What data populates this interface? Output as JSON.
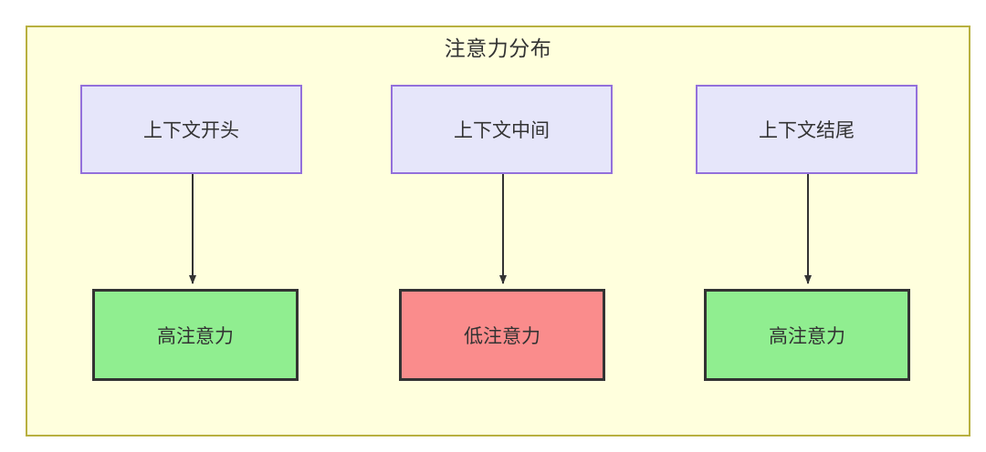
{
  "diagram": {
    "title": "注意力分布",
    "type": "flowchart",
    "background_color": "#ffffff",
    "frame": {
      "fill_color": "#ffffdd",
      "border_color": "#b8b040"
    },
    "palette": {
      "source_fill": "#e6e6fa",
      "source_border": "#9370db",
      "high_attention_fill": "#90ee90",
      "low_attention_fill": "#fa8c8c",
      "result_border": "#333333",
      "edge_color": "#333333",
      "text_color": "#333333"
    },
    "nodes": {
      "sources": [
        {
          "id": "context-start",
          "label": "上下文开头"
        },
        {
          "id": "context-middle",
          "label": "上下文中间"
        },
        {
          "id": "context-end",
          "label": "上下文结尾"
        }
      ],
      "results": [
        {
          "id": "attention-high-start",
          "label": "高注意力",
          "level": "high"
        },
        {
          "id": "attention-low-middle",
          "label": "低注意力",
          "level": "low"
        },
        {
          "id": "attention-high-end",
          "label": "高注意力",
          "level": "high"
        }
      ]
    },
    "edges": [
      {
        "from": "context-start",
        "to": "attention-high-start",
        "arrow": "down"
      },
      {
        "from": "context-middle",
        "to": "attention-low-middle",
        "arrow": "down"
      },
      {
        "from": "context-end",
        "to": "attention-high-end",
        "arrow": "down"
      }
    ]
  }
}
